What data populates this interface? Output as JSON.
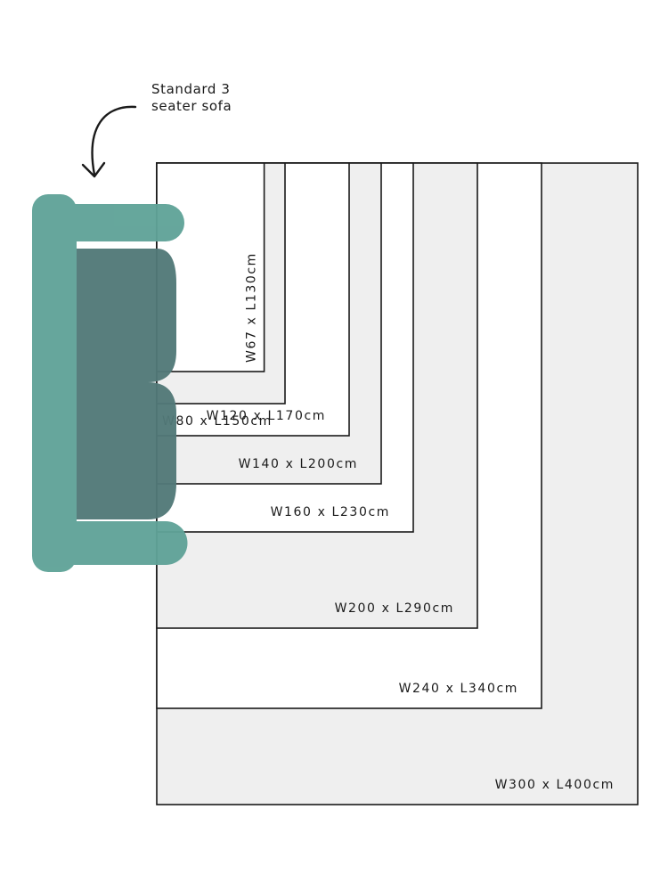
{
  "sofa_annotation": {
    "line1": "Standard 3",
    "line2": "seater sofa",
    "icon": "curved-arrow-icon"
  },
  "colors": {
    "sofa_frame": "#60a398",
    "sofa_cushion": "#527978",
    "rug_fill_light": "#efefef",
    "rug_fill_white": "#ffffff",
    "outline": "#1a1a1a"
  },
  "rug_sizes": [
    {
      "width_cm": 300,
      "length_cm": 400,
      "label": "W300 x L400cm",
      "fill": "light"
    },
    {
      "width_cm": 240,
      "length_cm": 340,
      "label": "W240 x L340cm",
      "fill": "white"
    },
    {
      "width_cm": 200,
      "length_cm": 290,
      "label": "W200 x L290cm",
      "fill": "light"
    },
    {
      "width_cm": 160,
      "length_cm": 230,
      "label": "W160 x L230cm",
      "fill": "white"
    },
    {
      "width_cm": 140,
      "length_cm": 200,
      "label": "W140 x L200cm",
      "fill": "light"
    },
    {
      "width_cm": 120,
      "length_cm": 170,
      "label": "W120 x L170cm",
      "fill": "white"
    },
    {
      "width_cm": 80,
      "length_cm": 150,
      "label": "W80 x L150cm",
      "fill": "light"
    },
    {
      "width_cm": 67,
      "length_cm": 130,
      "label": "W67 x L130cm",
      "fill": "white"
    }
  ]
}
